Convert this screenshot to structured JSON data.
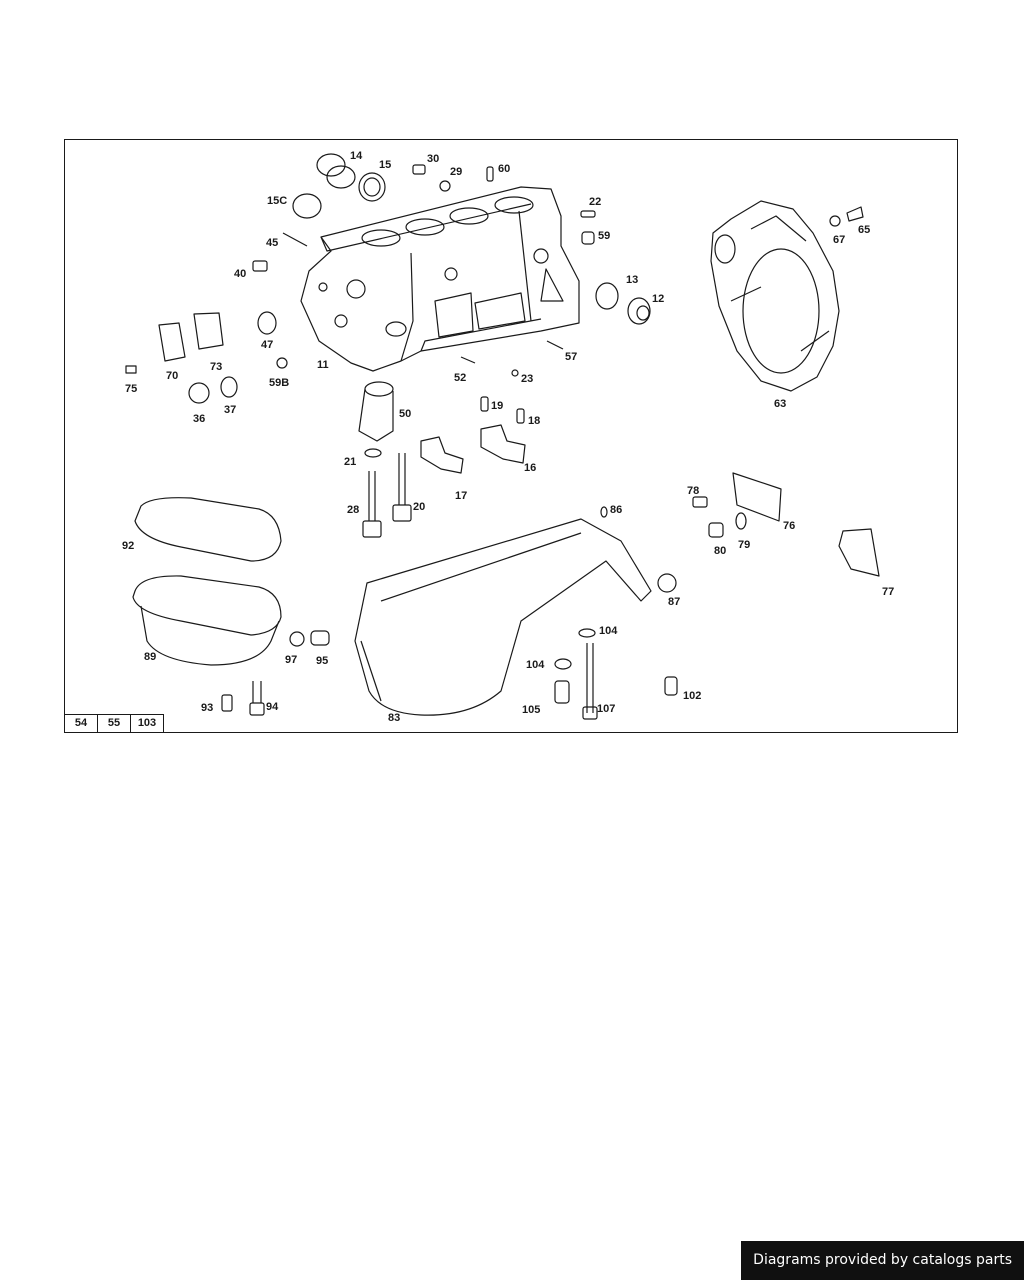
{
  "diagram": {
    "part_labels": [
      "14",
      "15",
      "30",
      "29",
      "60",
      "15C",
      "22",
      "59",
      "65",
      "67",
      "45",
      "40",
      "13",
      "12",
      "47",
      "73",
      "70",
      "11",
      "59B",
      "52",
      "23",
      "57",
      "63",
      "75",
      "36",
      "37",
      "50",
      "19",
      "18",
      "21",
      "16",
      "17",
      "28",
      "20",
      "78",
      "86",
      "76",
      "92",
      "80",
      "79",
      "77",
      "87",
      "104",
      "89",
      "97",
      "95",
      "104",
      "102",
      "93",
      "94",
      "105",
      "107",
      "83"
    ],
    "ref_tabs": [
      "54",
      "55",
      "103"
    ]
  },
  "credit": {
    "text": "Diagrams provided by catalogs parts"
  },
  "colors": {
    "line": "#1a1a1a",
    "banner_bg": "#101010",
    "banner_text": "#ffffff"
  }
}
